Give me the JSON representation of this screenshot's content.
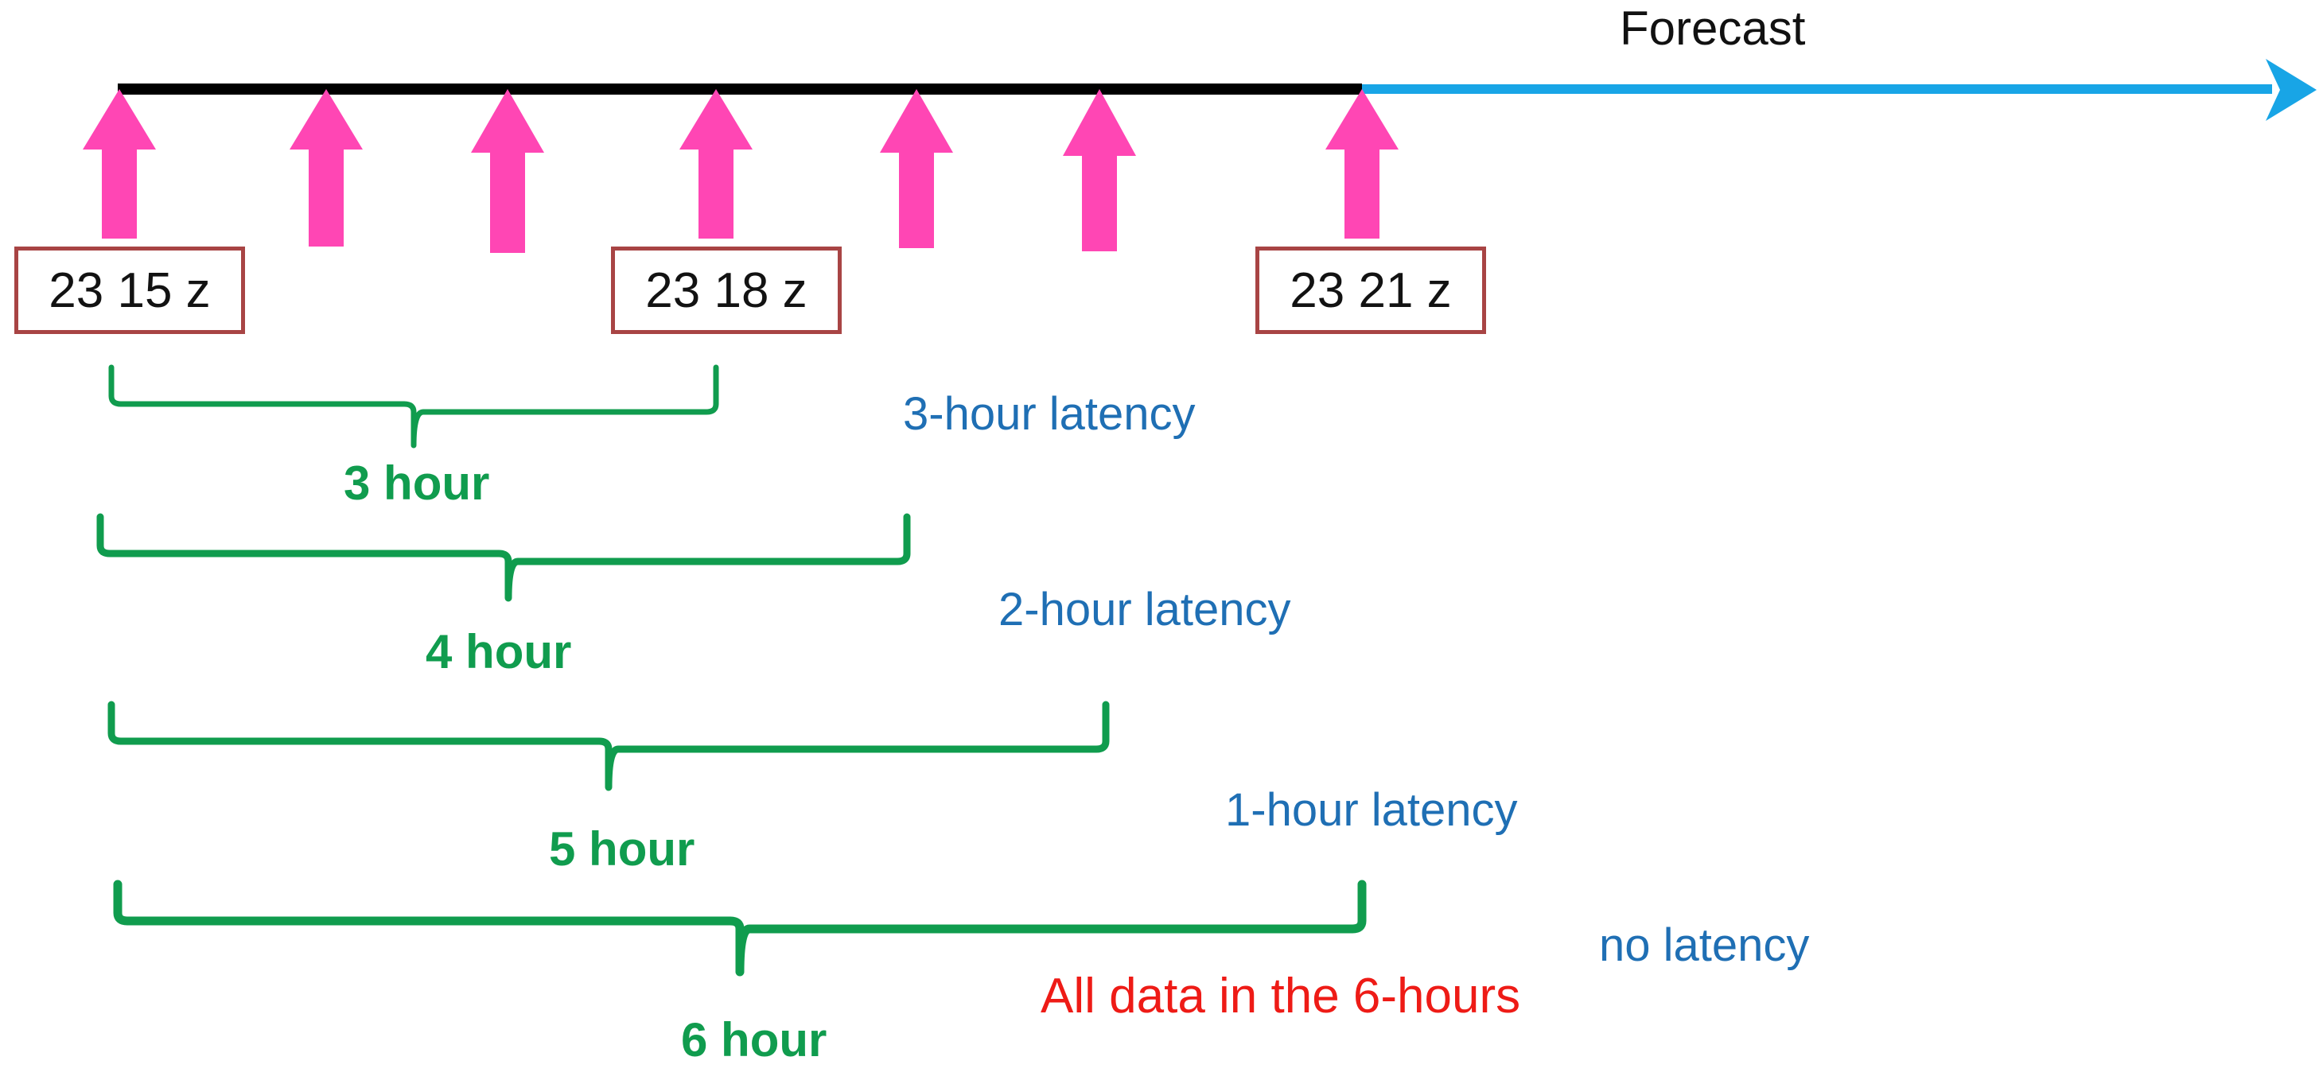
{
  "diagram": {
    "title_label": "Forecast",
    "timeline": {
      "past_line_color": "#000000",
      "forecast_arrow_color": "#18a5e6",
      "arrow_color": "#ff46b4",
      "observation_arrow_count": 7,
      "observation_arrow_label": "observation-arrow"
    },
    "time_boxes": [
      {
        "name": "time-box-23-15z",
        "text": "23 15 z"
      },
      {
        "name": "time-box-23-18z",
        "text": "23 18 z"
      },
      {
        "name": "time-box-23-21z",
        "text": "23 21 z"
      }
    ],
    "braces": [
      {
        "name": "brace-3-hour",
        "label": "3 hour"
      },
      {
        "name": "brace-4-hour",
        "label": "4 hour"
      },
      {
        "name": "brace-5-hour",
        "label": "5 hour"
      },
      {
        "name": "brace-6-hour",
        "label": "6 hour"
      }
    ],
    "latency_labels": [
      {
        "name": "latency-3-hour",
        "text": "3-hour latency"
      },
      {
        "name": "latency-2-hour",
        "text": "2-hour latency"
      },
      {
        "name": "latency-1-hour",
        "text": "1-hour latency"
      },
      {
        "name": "latency-none",
        "text": "no latency"
      }
    ],
    "annotation": {
      "name": "all-data-note",
      "text": "All data in the 6-hours"
    },
    "colors": {
      "brace_green": "#109c4e",
      "latency_blue": "#1f6fb4",
      "annotation_red": "#ee1b16",
      "box_border_red": "#a84444",
      "arrow_pink": "#ff46b4",
      "forecast_blue": "#18a5e6",
      "timeline_black": "#000000"
    }
  }
}
